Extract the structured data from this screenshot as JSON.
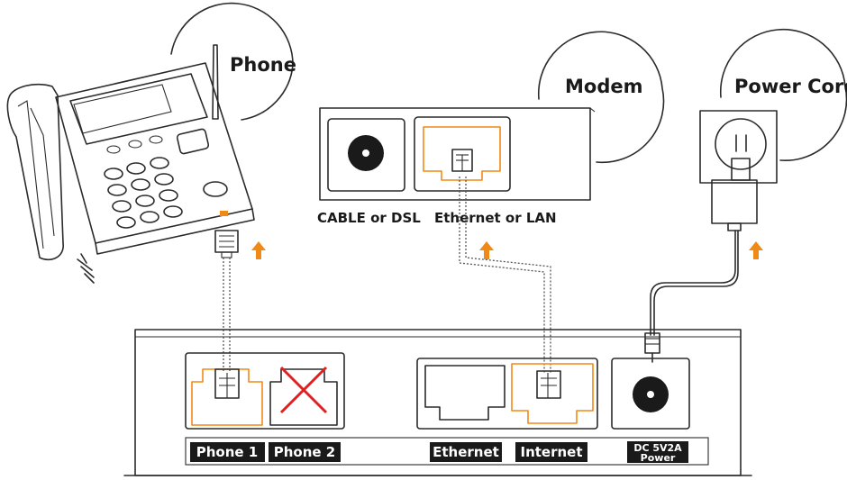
{
  "callouts": {
    "phone": "Phone",
    "modem": "Modem",
    "power_cord": "Power Cord"
  },
  "modem": {
    "label_left": "CABLE or DSL",
    "label_right": "Ethernet or LAN"
  },
  "router_ports": {
    "phone1": "Phone 1",
    "phone2": "Phone 2",
    "ethernet": "Ethernet",
    "internet": "Internet",
    "power_line1": "DC 5V2A",
    "power_line2": "Power"
  },
  "colors": {
    "accent": "#f08a17",
    "cross": "#e02020",
    "label_bg": "#1a1a1a",
    "outline": "#2b2b2b"
  },
  "icons": [
    "up-arrow-icon",
    "rj11-plug-icon",
    "rj45-plug-icon",
    "cross-icon"
  ]
}
